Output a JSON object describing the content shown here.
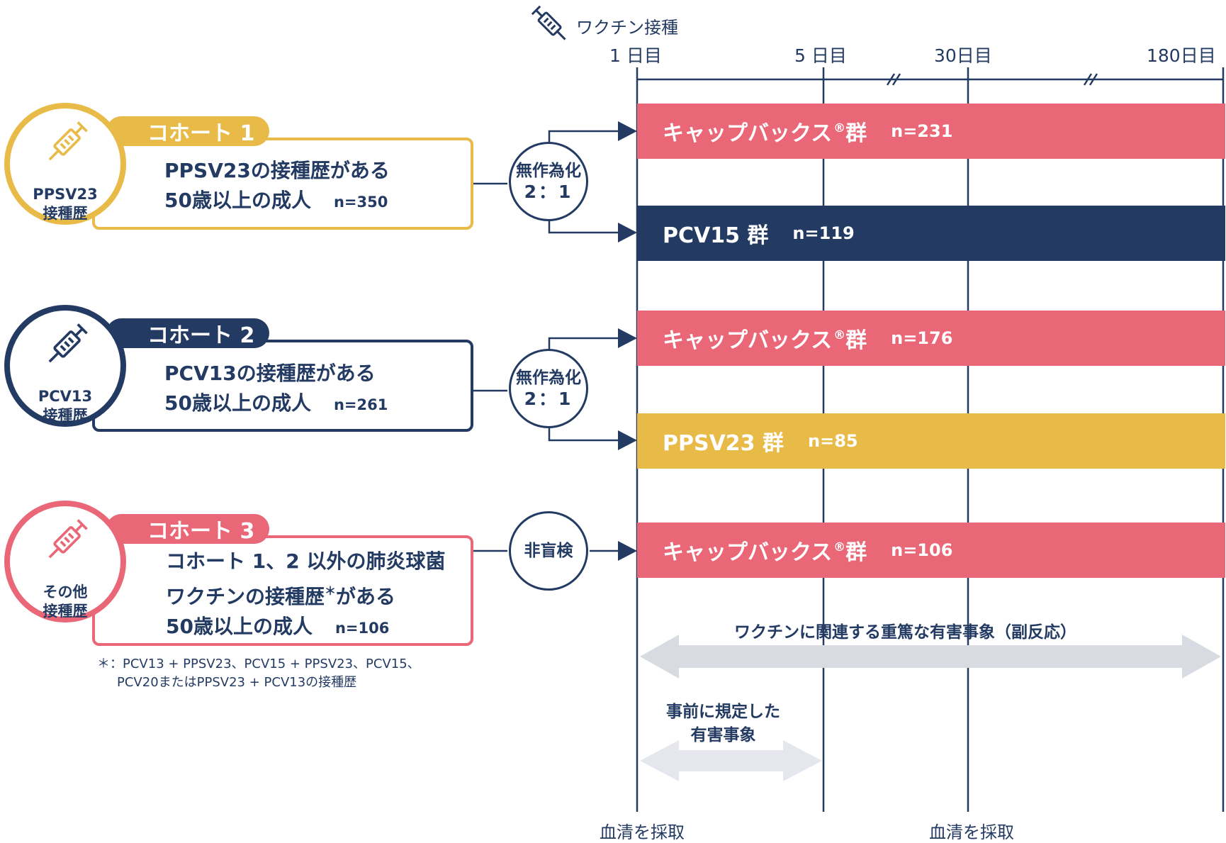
{
  "colors": {
    "navy": "#233a62",
    "pink": "#e96777",
    "yellow": "#e8bb48",
    "gray_arrow": "#d9dbe3",
    "light_gray_arrow": "#e6e7ee"
  },
  "header": {
    "vaccination_label": "ワクチン接種",
    "icon": "syringe-icon"
  },
  "timeline": {
    "ticks": [
      "1 日目",
      "5 日目",
      "30日目",
      "180日目"
    ],
    "serum_collection": [
      "血清を採取",
      "血清を採取"
    ]
  },
  "cohorts": [
    {
      "tab": "コホート 1",
      "circle_label_1": "PPSV23",
      "circle_label_2": "接種歴",
      "line1": "PPSV23の接種歴がある",
      "line2": "50歳以上の成人",
      "n": "n=350",
      "color": "#e8bb48",
      "icon": "syringe-icon"
    },
    {
      "tab": "コホート 2",
      "circle_label_1": "PCV13",
      "circle_label_2": "接種歴",
      "line1": "PCV13の接種歴がある",
      "line2": "50歳以上の成人",
      "n": "n=261",
      "color": "#233a62",
      "icon": "syringe-icon"
    },
    {
      "tab": "コホート 3",
      "circle_label_1": "その他",
      "circle_label_2": "接種歴",
      "line1": "コホート 1、2 以外の肺炎球菌",
      "line2_a": "ワクチンの接種歴",
      "line2_star": "＊",
      "line2_b": "がある",
      "line3": "50歳以上の成人",
      "n": "n=106",
      "color": "#e96777",
      "icon": "syringe-icon"
    }
  ],
  "randomization": [
    {
      "line1": "無作為化",
      "line2": "2：1"
    },
    {
      "line1": "無作為化",
      "line2": "2：1"
    },
    {
      "line1": "非盲検"
    }
  ],
  "groups": [
    {
      "name": "キャップバックス",
      "reg": "®",
      "suffix": "群",
      "n": "n=231",
      "color": "#e96777"
    },
    {
      "name": "PCV15 群",
      "n": "n=119",
      "color": "#233a62"
    },
    {
      "name": "キャップバックス",
      "reg": "®",
      "suffix": "群",
      "n": "n=176",
      "color": "#e96777"
    },
    {
      "name": "PPSV23 群",
      "n": "n=85",
      "color": "#e8bb48"
    },
    {
      "name": "キャップバックス",
      "reg": "®",
      "suffix": "群",
      "n": "n=106",
      "color": "#e96777"
    }
  ],
  "annotations": {
    "serious_ae": "ワクチンに関連する重篤な有害事象（副反応）",
    "solicited_ae_1": "事前に規定した",
    "solicited_ae_2": "有害事象"
  },
  "footnote": {
    "line1": "＊：PCV13 + PPSV23、PCV15 + PPSV23、PCV15、",
    "line2": "PCV20またはPPSV23 + PCV13の接種歴"
  }
}
